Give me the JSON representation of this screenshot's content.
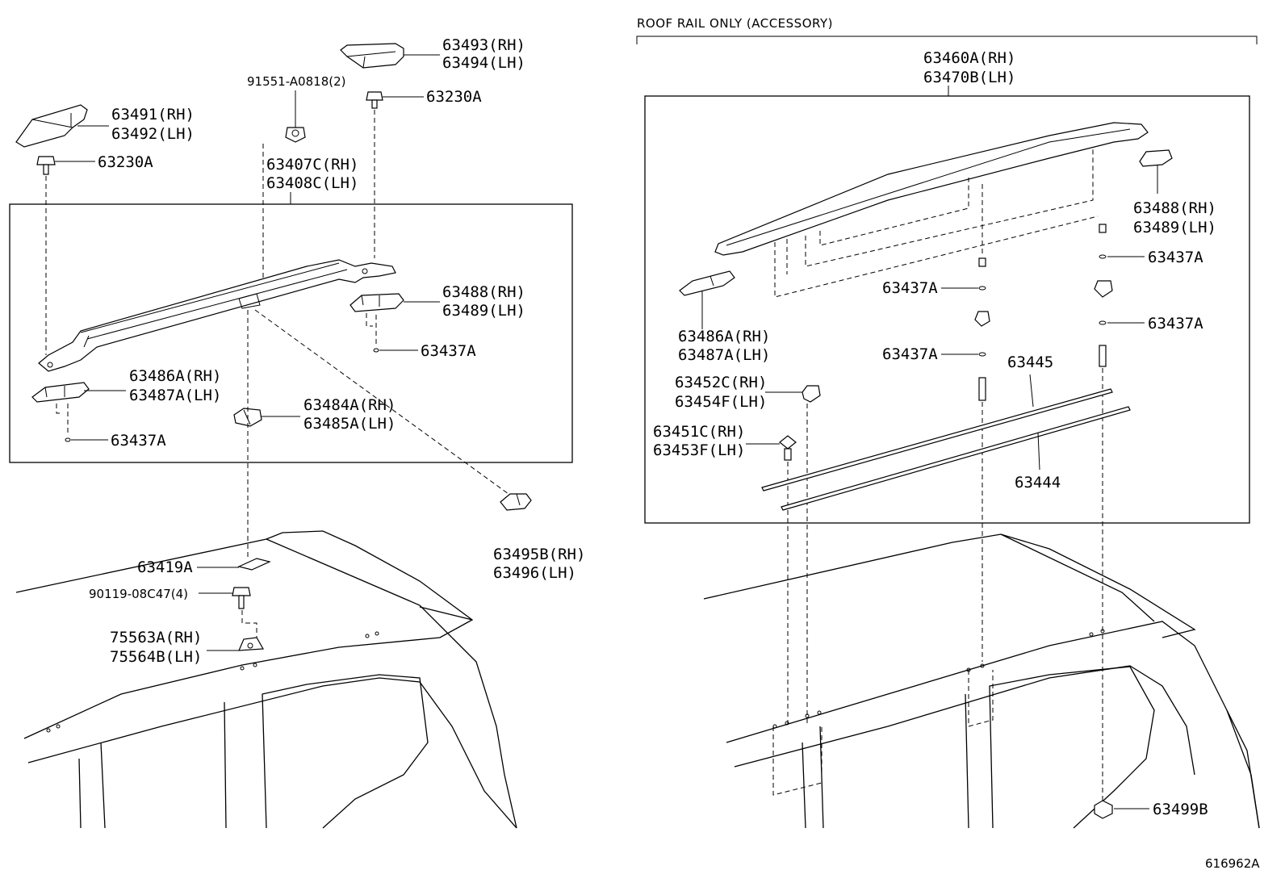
{
  "header": {
    "roof_rail_only": "ROOF RAIL ONLY (ACCESSORY)"
  },
  "figure_code": "616962A",
  "left_labels": {
    "p63493": "63493(RH)",
    "p63494": "63494(LH)",
    "p91551": "91551-A0818(2)",
    "p63230_top": "63230A",
    "p63491": "63491(RH)",
    "p63492": "63492(LH)",
    "p63230_left": "63230A",
    "p63407": "63407C(RH)",
    "p63408": "63408C(LH)",
    "p63488": "63488(RH)",
    "p63489": "63489(LH)",
    "p63437_a": "63437A",
    "p63486": "63486A(RH)",
    "p63487": "63487A(LH)",
    "p63484": "63484A(RH)",
    "p63485": "63485A(LH)",
    "p63437_b": "63437A",
    "p63495": "63495B(RH)",
    "p63496": "63496(LH)",
    "p63419": "63419A",
    "p90119": "90119-08C47(4)",
    "p75563": "75563A(RH)",
    "p75564": "75564B(LH)"
  },
  "right_labels": {
    "p63460": "63460A(RH)",
    "p63470": "63470B(LH)",
    "p63488": "63488(RH)",
    "p63489": "63489(LH)",
    "p63437_1": "63437A",
    "p63437_2": "63437A",
    "p63437_3": "63437A",
    "p63437_4": "63437A",
    "p63486": "63486A(RH)",
    "p63487": "63487A(LH)",
    "p63452": "63452C(RH)",
    "p63454": "63454F(LH)",
    "p63451": "63451C(RH)",
    "p63453": "63453F(LH)",
    "p63445": "63445",
    "p63444": "63444",
    "p63499": "63499B"
  }
}
